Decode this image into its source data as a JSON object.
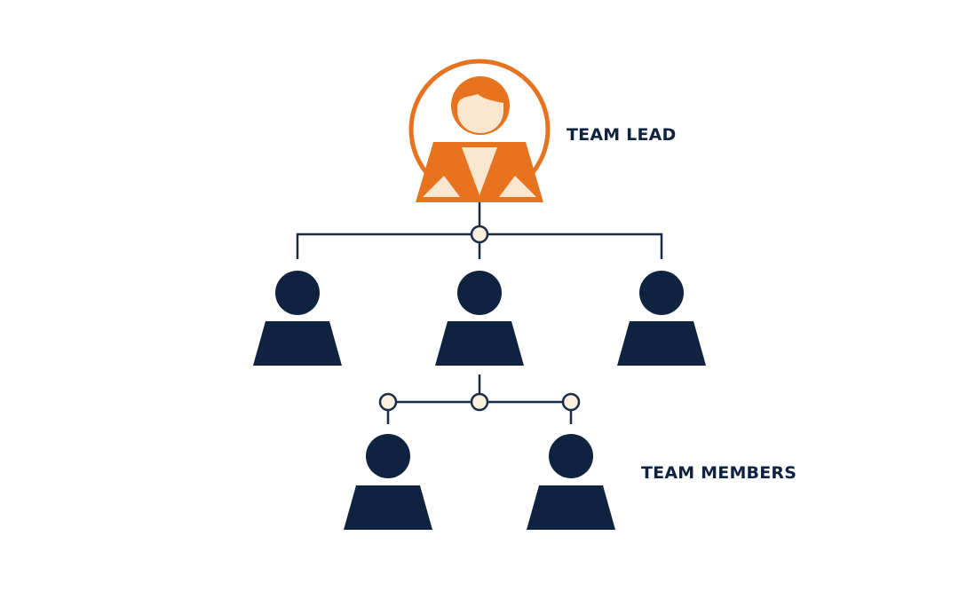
{
  "labels": {
    "team_lead": "TEAM LEAD",
    "team_members": "TEAM MEMBERS"
  },
  "nodes": {
    "lead": {
      "role": "team-lead",
      "icon": "leader-person-icon"
    },
    "middle_row": [
      {
        "role": "member",
        "icon": "person-icon"
      },
      {
        "role": "member",
        "icon": "person-icon"
      },
      {
        "role": "member",
        "icon": "person-icon"
      }
    ],
    "bottom_row": [
      {
        "role": "member",
        "icon": "person-icon"
      },
      {
        "role": "member",
        "icon": "person-icon"
      }
    ]
  },
  "colors": {
    "lead": "#E8731E",
    "lead_light": "#FBE6D0",
    "member": "#0F2341",
    "connector": "#1B2B45",
    "junction_fill": "#FBF0DC",
    "text": "#0F2341"
  }
}
